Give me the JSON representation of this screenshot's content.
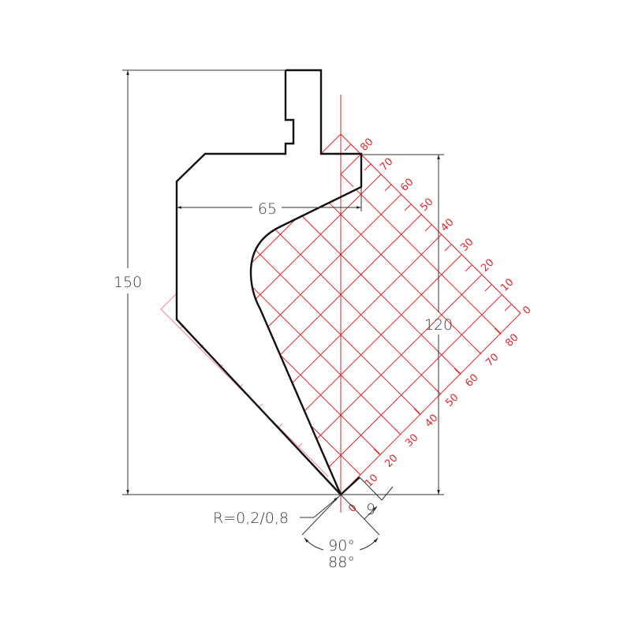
{
  "drawing": {
    "type": "press-brake punch profile",
    "colors": {
      "profile": "#111111",
      "dimension": "#333333",
      "grid": "#e0262b",
      "background": "#ffffff"
    },
    "dimensions": {
      "total_height": "150",
      "width": "65",
      "grid_height": "120",
      "tip_offset": "9",
      "radius": "R=0,2/0,8",
      "angle_primary": "90°",
      "angle_secondary": "88°"
    },
    "grid_scale": {
      "upper_right_edge": [
        "80",
        "70",
        "60",
        "50",
        "40",
        "30",
        "20",
        "10",
        "0"
      ],
      "lower_right_edge": [
        "0",
        "10",
        "20",
        "30",
        "40",
        "50",
        "60",
        "70",
        "80"
      ]
    }
  }
}
